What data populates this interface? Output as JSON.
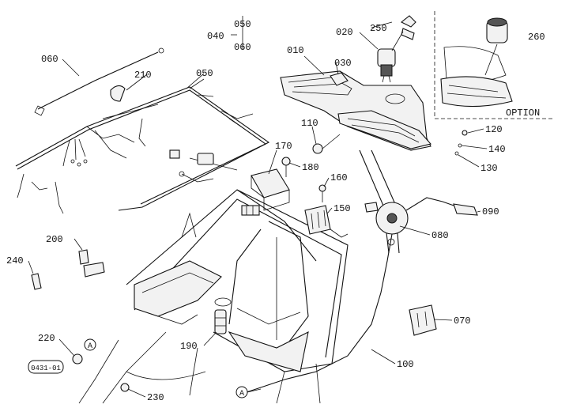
{
  "option_label": "OPTION",
  "code_label": "0431-01",
  "ref_marker": "A",
  "callouts": [
    {
      "id": "010",
      "text": "010"
    },
    {
      "id": "020",
      "text": "020"
    },
    {
      "id": "030",
      "text": "030"
    },
    {
      "id": "040",
      "text": "040"
    },
    {
      "id": "050a",
      "text": "050"
    },
    {
      "id": "050b",
      "text": "050"
    },
    {
      "id": "060a",
      "text": "060"
    },
    {
      "id": "060b",
      "text": "060"
    },
    {
      "id": "070",
      "text": "070"
    },
    {
      "id": "080",
      "text": "080"
    },
    {
      "id": "090",
      "text": "090"
    },
    {
      "id": "100",
      "text": "100"
    },
    {
      "id": "110",
      "text": "110"
    },
    {
      "id": "120",
      "text": "120"
    },
    {
      "id": "130",
      "text": "130"
    },
    {
      "id": "140",
      "text": "140"
    },
    {
      "id": "150",
      "text": "150"
    },
    {
      "id": "160",
      "text": "160"
    },
    {
      "id": "170",
      "text": "170"
    },
    {
      "id": "180",
      "text": "180"
    },
    {
      "id": "190",
      "text": "190"
    },
    {
      "id": "200",
      "text": "200"
    },
    {
      "id": "210",
      "text": "210"
    },
    {
      "id": "220",
      "text": "220"
    },
    {
      "id": "230",
      "text": "230"
    },
    {
      "id": "240",
      "text": "240"
    },
    {
      "id": "250",
      "text": "250"
    },
    {
      "id": "260",
      "text": "260"
    }
  ]
}
